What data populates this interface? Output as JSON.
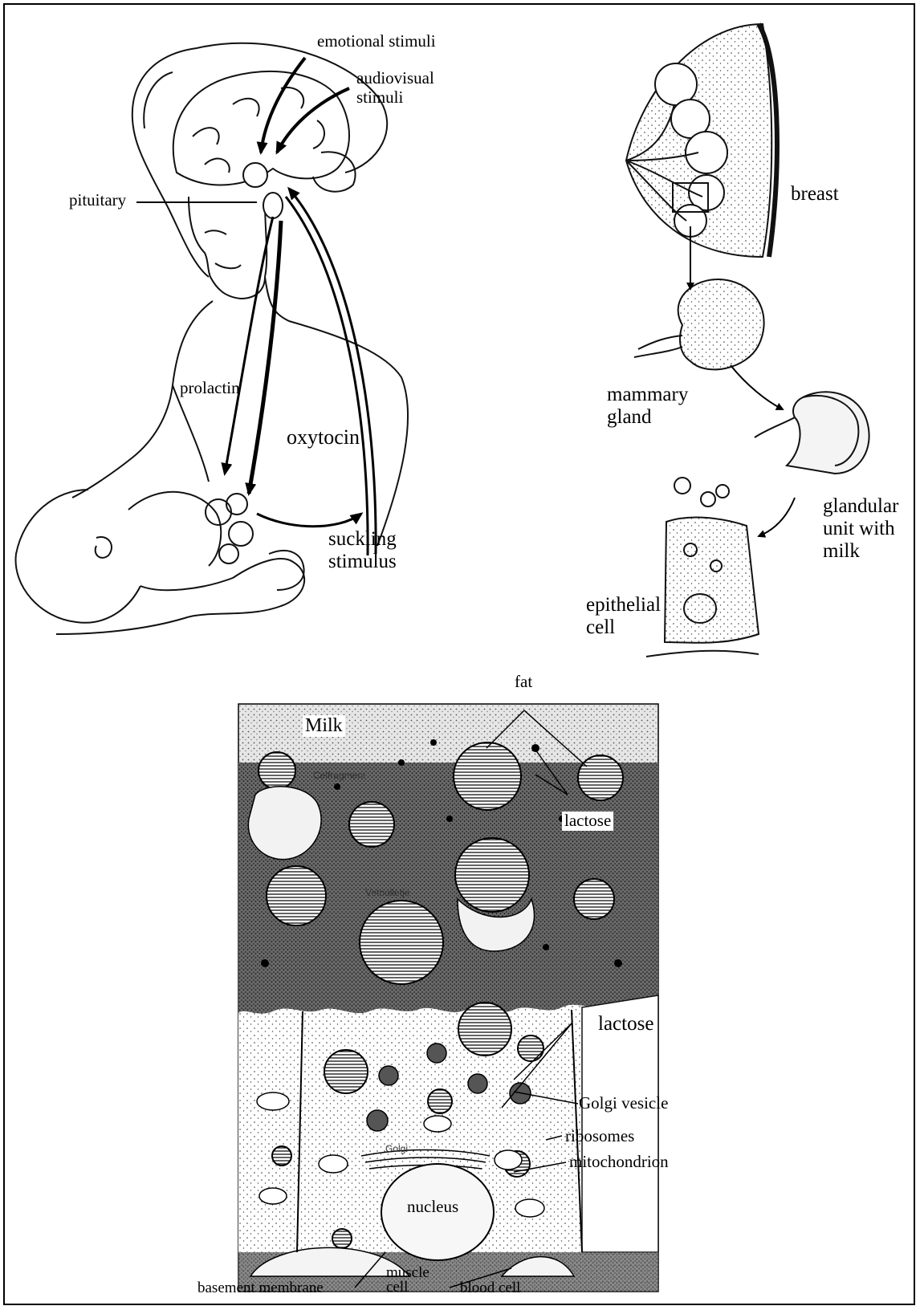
{
  "panels": {
    "neuro": {
      "labels": {
        "emotional": "emotional stimuli",
        "audiovisual": "audiovisual\nstimuli",
        "pituitary": "pituitary",
        "prolactin": "prolactin",
        "oxytocin": "oxytocin",
        "suckling": "suckling\nstimulus"
      }
    },
    "anatomy": {
      "labels": {
        "breast": "breast",
        "mammary": "mammary\ngland",
        "glandular": "glandular\nunit with\nmilk",
        "epithelial": "epithelial\ncell"
      }
    },
    "cell": {
      "labels": {
        "fat": "fat",
        "milk": "Milk",
        "lactose_top": "lactose",
        "lactose_mid": "lactose",
        "golgi_vesicle": "Golgi vesicle",
        "ribosomes": "ribosomes",
        "mitochondrion": "mitochondrion",
        "nucleus": "nucleus",
        "basement": "basement membrane",
        "muscle": "muscle\ncell",
        "blood": "blood cell",
        "inner_celfragment": "Celfragment",
        "inner_vetbolletje": "Vetbolletje",
        "inner_golgi": "Golgi"
      }
    }
  }
}
